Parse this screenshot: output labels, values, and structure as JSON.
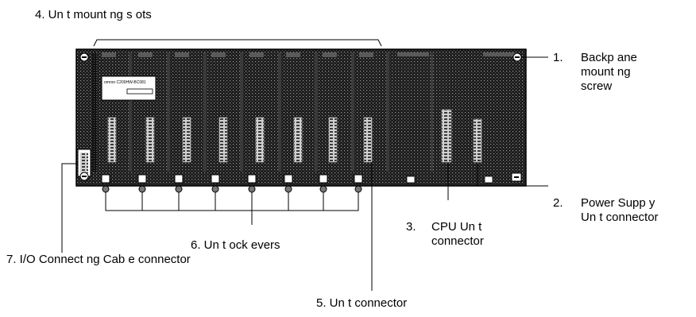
{
  "labels": {
    "slots": "4. Un t mount ng s ots",
    "screw_num": "1.",
    "screw_text": "Backp ane\nmount ng\nscrew",
    "power_num": "2.",
    "power_text": "Power Supp y\nUn t connector",
    "cpu_num": "3.",
    "cpu_text": "CPU Un t\nconnector",
    "unit_conn": "5. Un t connector",
    "levers": "6. Un t ock evers",
    "io": "7. I/O Connect ng Cab e connector"
  },
  "backplane": {
    "nameplate": "omron C200HW-BC081"
  },
  "colors": {
    "board": "#2a2a2a",
    "board_dot": "#8a8a8a",
    "line": "#000000"
  }
}
